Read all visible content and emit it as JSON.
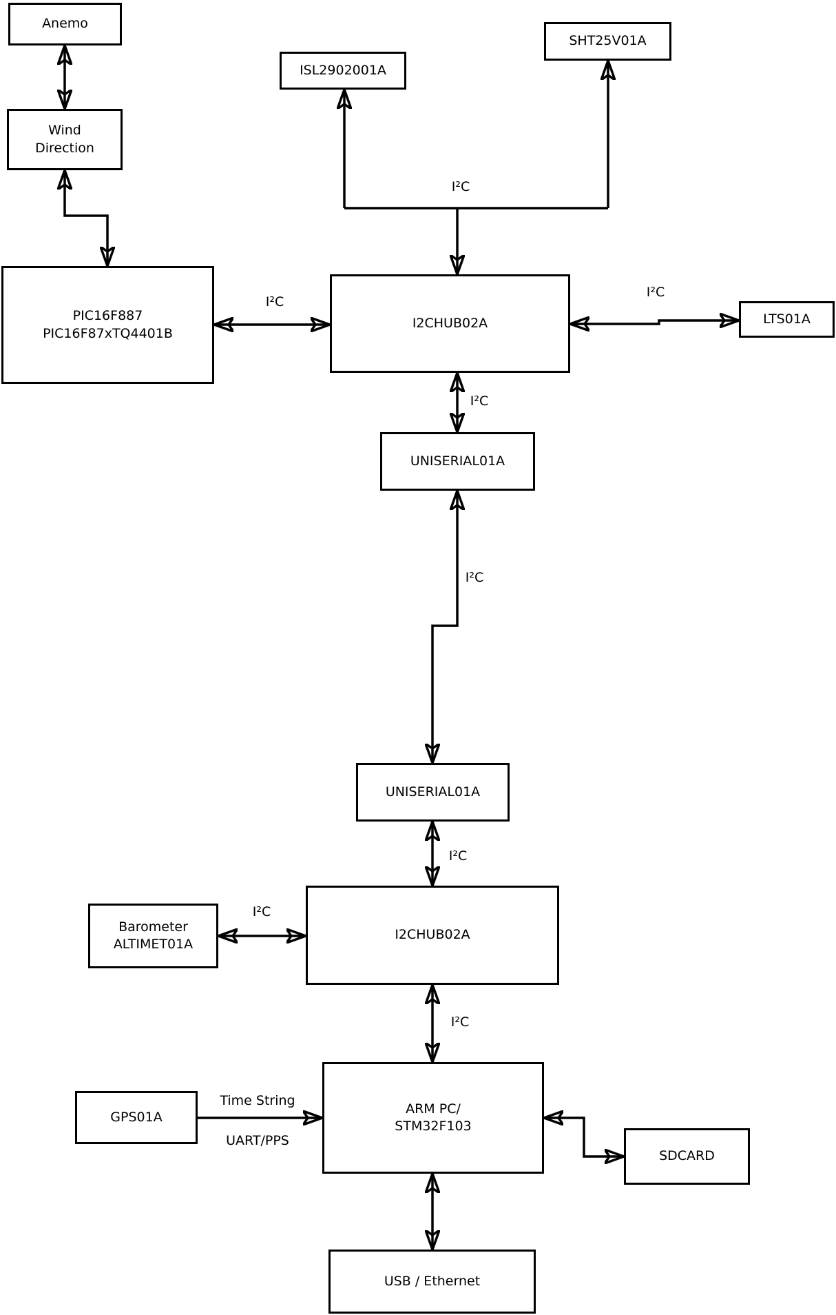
{
  "diagram": {
    "type": "block-diagram",
    "colors": {
      "background": "#ffffff",
      "line": "#000000",
      "text": "#000000",
      "box_fill": "#ffffff"
    }
  },
  "nodes": {
    "anemo": {
      "label": "Anemo"
    },
    "wind": {
      "line1": "Wind",
      "line2": "Direction"
    },
    "pic": {
      "line1": "PIC16F887",
      "line2": "PIC16F87xTQ4401B"
    },
    "isl": {
      "label": "ISL2902001A"
    },
    "sht": {
      "label": "SHT25V01A"
    },
    "hub1": {
      "label": "I2CHUB02A"
    },
    "lts": {
      "label": "LTS01A"
    },
    "uni1": {
      "label": "UNISERIAL01A"
    },
    "uni2": {
      "label": "UNISERIAL01A"
    },
    "baro": {
      "line1": "Barometer",
      "line2": "ALTIMET01A"
    },
    "hub2": {
      "label": "I2CHUB02A"
    },
    "gps": {
      "label": "GPS01A"
    },
    "arm": {
      "line1": "ARM PC/",
      "line2": "STM32F103"
    },
    "sdcard": {
      "label": "SDCARD"
    },
    "usb": {
      "label": "USB / Ethernet"
    }
  },
  "labels": {
    "i2c": "I²C",
    "time_string": "Time String",
    "uart_pps": "UART/PPS"
  }
}
